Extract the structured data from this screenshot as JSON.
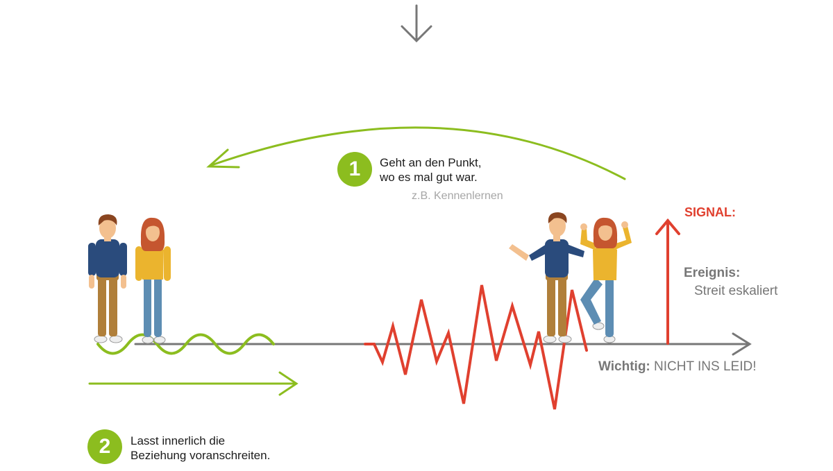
{
  "colors": {
    "green": "#8cbd1f",
    "red": "#e0402f",
    "gray": "#777777",
    "light_gray": "#a6a6a6",
    "text_dark": "#1c1c1c",
    "hair": "#c5562f",
    "skin": "#f3c08f",
    "shirt": "#2a4b7c",
    "trousers": "#b07f3a",
    "sweater": "#ebb42e",
    "jeans": "#5d8db3"
  },
  "step1": {
    "number": "1",
    "line1": "Geht an den Punkt,",
    "line2": "wo es mal gut war.",
    "example": "z.B. Kennenlernen"
  },
  "step2": {
    "number": "2",
    "line1": "Lasst innerlich  die",
    "line2": "Beziehung voranschreiten."
  },
  "signal": {
    "label": "SIGNAL:",
    "event_label": "Ereignis:",
    "event_value": "Streit eskaliert"
  },
  "note": {
    "bold": "Wichtig:",
    "text": "NICHT INS LEID!"
  },
  "icons": {
    "top_arrow": "arrow-down-icon",
    "timeline_arrow": "arrow-right-icon",
    "back_arrow": "curved-arrow-left-icon",
    "forward_arrow": "arrow-right-icon",
    "signal_arrow": "arrow-up-icon"
  }
}
